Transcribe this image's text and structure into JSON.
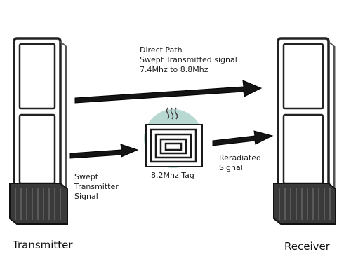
{
  "labels": {
    "direct_path": [
      "Direct Path",
      "Swept Transmitted signal",
      "7.4Mhz to 8.8Mhz"
    ],
    "swept_signal": [
      "Swept",
      "Transmitter",
      "Signal"
    ],
    "reradiated": [
      "Reradiated",
      "Signal"
    ],
    "tag": "8.2Mhz Tag",
    "transmitter": "Transmitter",
    "receiver": "Receiver"
  },
  "colors": {
    "arrow": "#141414",
    "frame": "#222222",
    "tag_circle": "#b8d8d2",
    "tag_coil": "#1a1a1a"
  }
}
